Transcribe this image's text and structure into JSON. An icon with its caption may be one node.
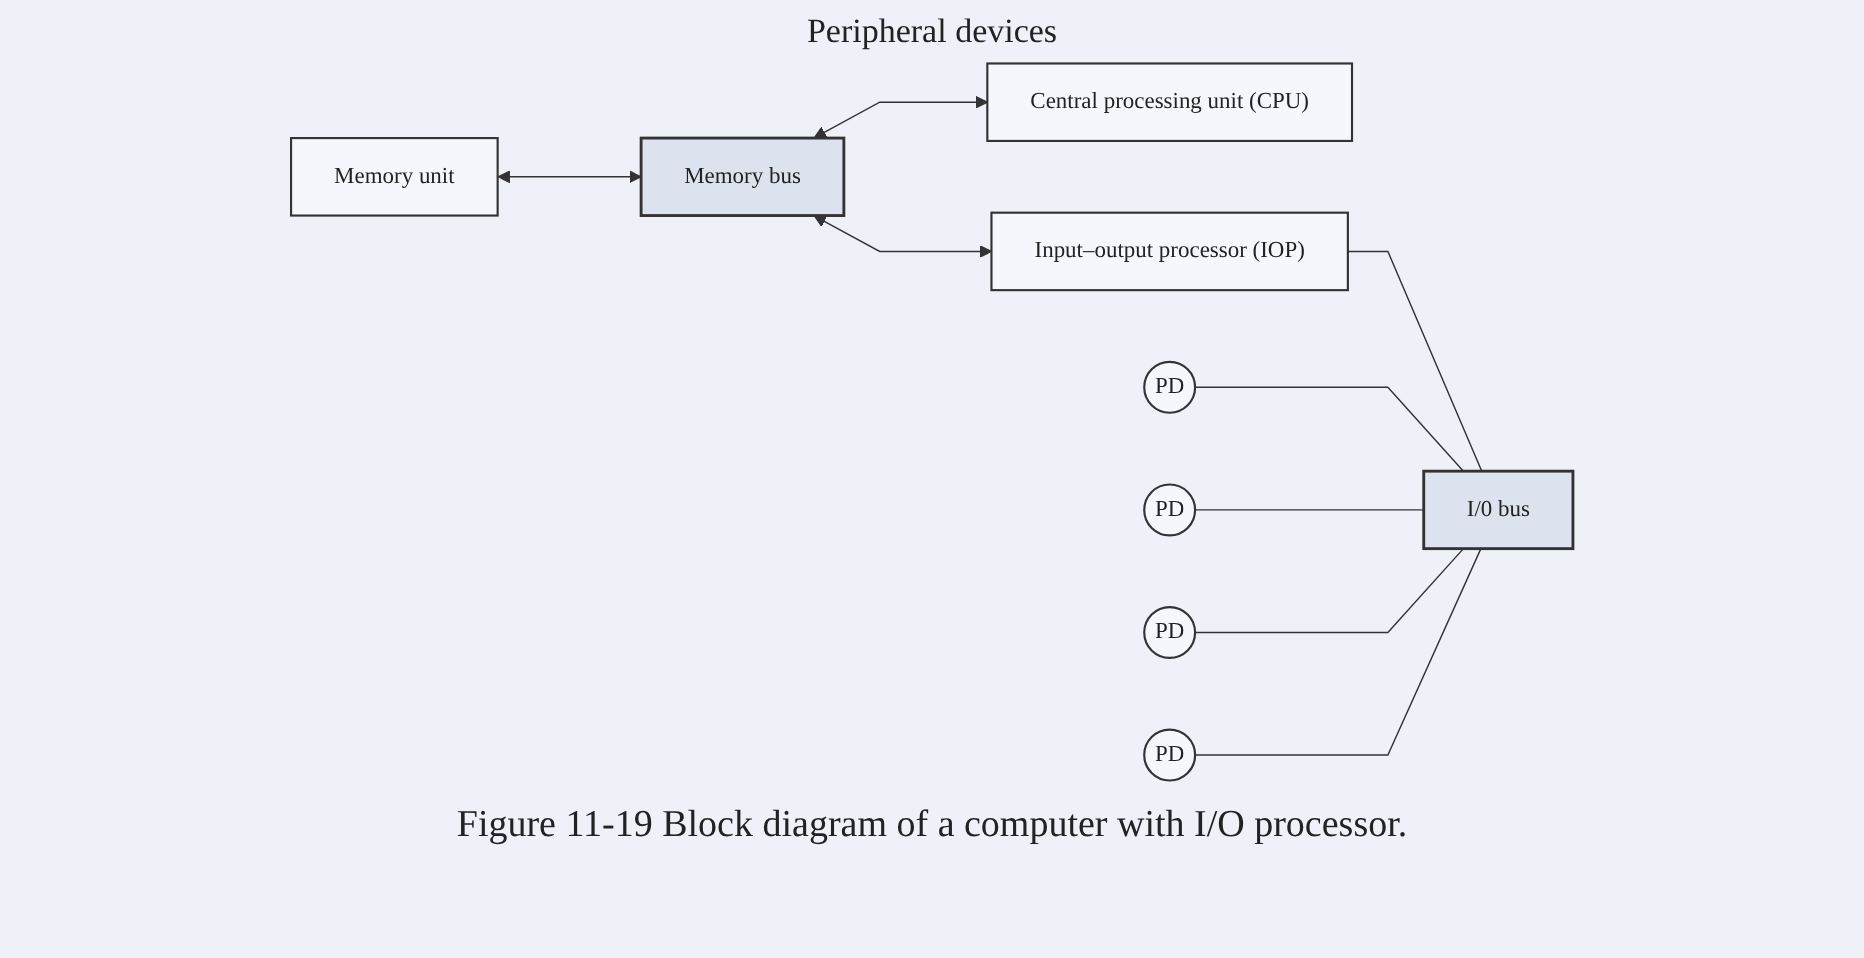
{
  "diagram": {
    "caption": "Figure 11-19 Block diagram of a computer with I/O processor.",
    "nodes": [
      {
        "text": [
          "Memory unit"
        ]
      },
      {
        "text": [
          "Memory bus"
        ]
      },
      {
        "text": [
          "Central processing unit (CPU)"
        ]
      },
      {
        "text": [
          "Input–output processor (IOP)"
        ]
      },
      {
        "text": [
          "PD"
        ]
      },
      {
        "text": [
          "PD"
        ]
      },
      {
        "text": [
          "PD"
        ]
      },
      {
        "text": [
          "PD"
        ]
      },
      {
        "text": [
          "I/0 bus"
        ]
      }
    ],
    "edges": [
      {
        "from": 0,
        "to": 1,
        "arrow": "both"
      },
      {
        "from": 1,
        "to": 2,
        "arrow": "both"
      },
      {
        "from": 1,
        "to": 3,
        "arrow": "both"
      },
      {
        "from": 3,
        "to": 8,
        "arrow": "none"
      },
      {
        "from": 4,
        "to": 8,
        "arrow": "none"
      },
      {
        "from": 5,
        "to": 8,
        "arrow": "none"
      },
      {
        "from": 6,
        "to": 8,
        "arrow": "none"
      },
      {
        "from": 7,
        "to": 8,
        "arrow": "none"
      }
    ],
    "labels": [
      "Peripheral devices"
    ]
  }
}
